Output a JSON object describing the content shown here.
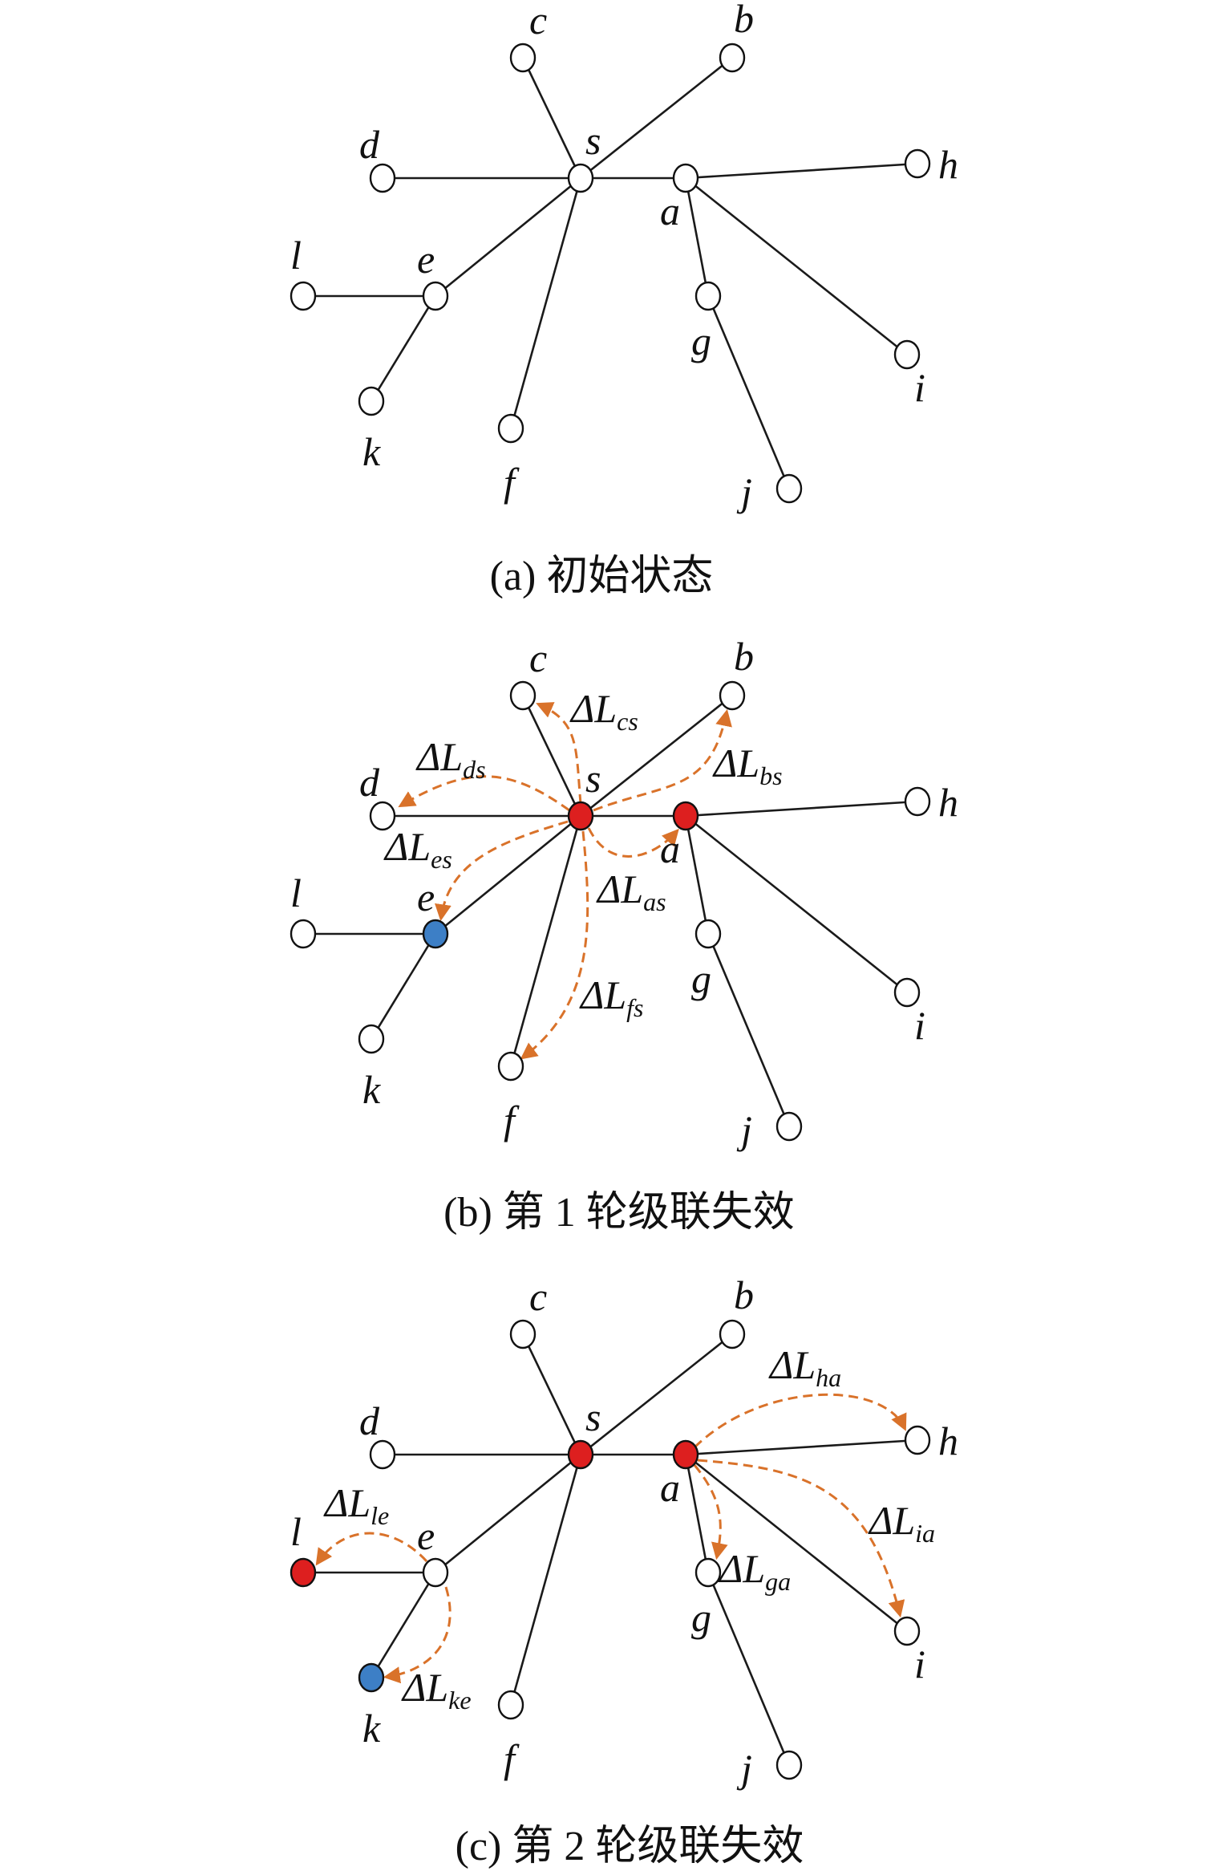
{
  "colors": {
    "failed": "#dd1f1f",
    "overloaded": "#3d7fc6",
    "normal": "#ffffff",
    "flow": "#d9722a"
  },
  "edges": [
    [
      "s",
      "c"
    ],
    [
      "s",
      "b"
    ],
    [
      "s",
      "d"
    ],
    [
      "s",
      "a"
    ],
    [
      "s",
      "e"
    ],
    [
      "s",
      "f"
    ],
    [
      "e",
      "l"
    ],
    [
      "e",
      "k"
    ],
    [
      "a",
      "h"
    ],
    [
      "a",
      "g"
    ],
    [
      "a",
      "i"
    ],
    [
      "g",
      "j"
    ]
  ],
  "node_labels": [
    "a",
    "b",
    "c",
    "d",
    "e",
    "f",
    "g",
    "h",
    "i",
    "j",
    "k",
    "l",
    "s"
  ],
  "panels": [
    {
      "caption": "(a) 初始状态",
      "states": {},
      "arrows": []
    },
    {
      "caption": "(b) 第 1 轮级联失效",
      "states": {
        "s": "failed",
        "a": "failed",
        "e": "overloaded"
      },
      "arrows": [
        {
          "from": "s",
          "to": "c",
          "label": "ΔL",
          "sub": "cs"
        },
        {
          "from": "s",
          "to": "d",
          "label": "ΔL",
          "sub": "ds"
        },
        {
          "from": "s",
          "to": "b",
          "label": "ΔL",
          "sub": "bs"
        },
        {
          "from": "s",
          "to": "e",
          "label": "ΔL",
          "sub": "es"
        },
        {
          "from": "s",
          "to": "a",
          "label": "ΔL",
          "sub": "as"
        },
        {
          "from": "s",
          "to": "f",
          "label": "ΔL",
          "sub": "fs"
        }
      ]
    },
    {
      "caption": "(c) 第 2 轮级联失效",
      "states": {
        "s": "failed",
        "a": "failed",
        "l": "failed",
        "k": "overloaded"
      },
      "arrows": [
        {
          "from": "e",
          "to": "l",
          "label": "ΔL",
          "sub": "le"
        },
        {
          "from": "e",
          "to": "k",
          "label": "ΔL",
          "sub": "ke"
        },
        {
          "from": "a",
          "to": "h",
          "label": "ΔL",
          "sub": "ha"
        },
        {
          "from": "a",
          "to": "i",
          "label": "ΔL",
          "sub": "ia"
        },
        {
          "from": "a",
          "to": "g",
          "label": "ΔL",
          "sub": "ga"
        }
      ]
    }
  ]
}
